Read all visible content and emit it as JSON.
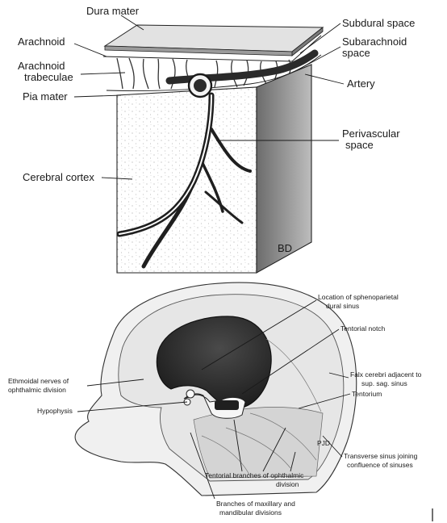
{
  "top_figure": {
    "labels": {
      "dura_mater": "Dura mater",
      "subdural_space": "Subdural space",
      "arachnoid": "Arachnoid",
      "subarachnoid_space_l1": "Subarachnoid",
      "subarachnoid_space_l2": "space",
      "arachnoid_trabeculae_l1": "Arachnoid",
      "arachnoid_trabeculae_l2": "trabeculae",
      "pia_mater": "Pia mater",
      "artery": "Artery",
      "perivascular_space_l1": "Perivascular",
      "perivascular_space_l2": "space",
      "cerebral_cortex": "Cerebral cortex"
    },
    "signature": "BD"
  },
  "bottom_figure": {
    "labels": {
      "sphenoparietal_l1": "Location of sphenoparietal",
      "sphenoparietal_l2": "dural sinus",
      "tentorial_notch": "Tentorial notch",
      "ethmoidal_l1": "Ethmoidal nerves of",
      "ethmoidal_l2": "ophthalmic division",
      "falx_l1": "Falx cerebri adjacent to",
      "falx_l2": "sup. sag. sinus",
      "tentorium": "Tentorium",
      "hypophysis": "Hypophysis",
      "transverse_l1": "Transverse sinus joining",
      "transverse_l2": "confluence of sinuses",
      "tentorial_branches_l1": "Tentorial branches of ophthalmic",
      "tentorial_branches_l2": "division",
      "maxillary_l1": "Branches of maxillary and",
      "maxillary_l2": "mandibular divisions"
    },
    "signature": "PJD"
  }
}
